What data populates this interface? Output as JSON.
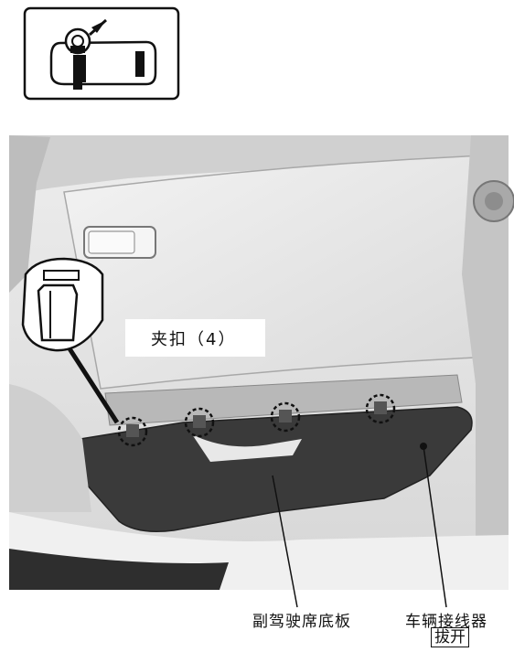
{
  "callout": {
    "clip_label": "夹扣（4）"
  },
  "labels": {
    "lower_panel": "副驾驶席底板",
    "connector": "车辆接线器",
    "connector_action": "拔开"
  },
  "colors": {
    "panel": "#3a3a3a",
    "dash": "#e6e6e6",
    "line": "#111111"
  },
  "icons": [
    "car-top-view-icon",
    "driver-seat-icon",
    "location-arrow-icon",
    "clip-detail-icon"
  ]
}
